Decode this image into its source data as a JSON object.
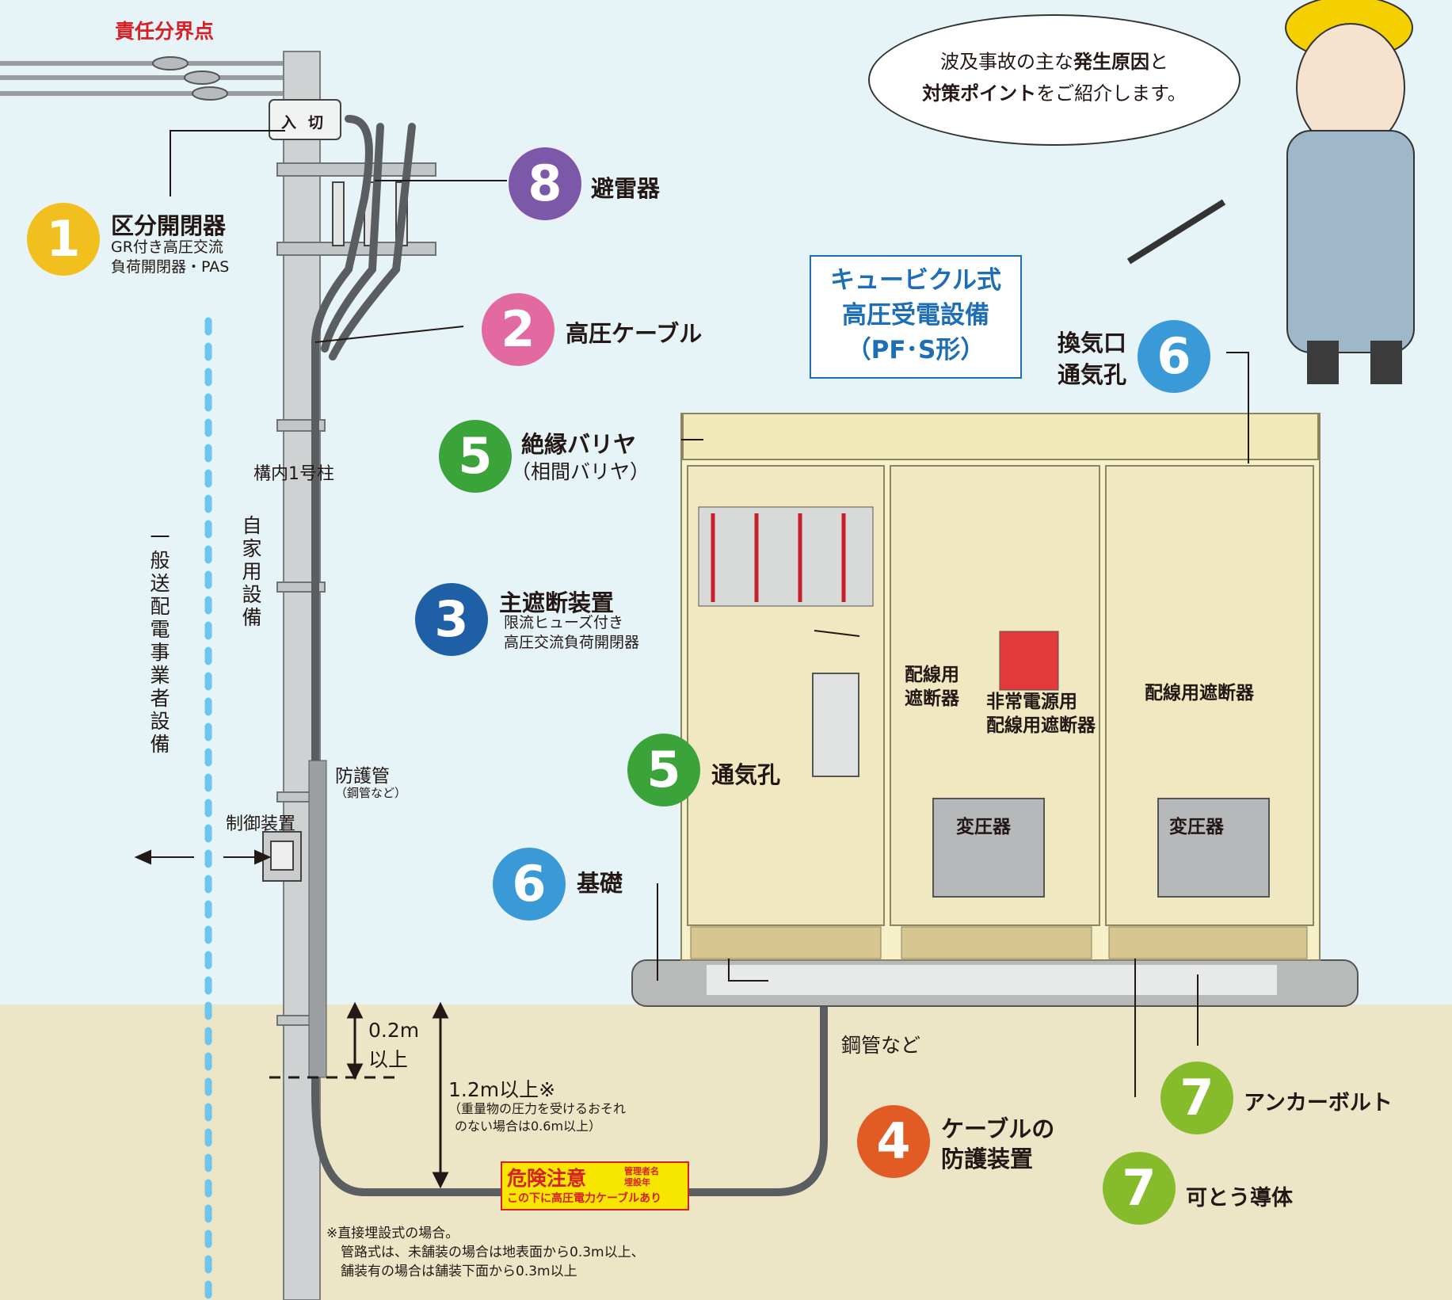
{
  "colors": {
    "sky": "#e6f3f7",
    "ground": "#ede6c6",
    "pole": "#cfd2d2",
    "cubicle": "#f6f0c8",
    "badge_1": "#f2c01e",
    "badge_2": "#e26aa0",
    "badge_3": "#1f5fa5",
    "badge_4": "#e25a24",
    "badge_5": "#3aa33a",
    "badge_6": "#3a9ad8",
    "badge_7": "#86bb2c",
    "badge_8": "#7e58a8",
    "dashed_line": "#6cc6f0",
    "title_blue": "#1d6eb5",
    "red_text": "#d71f26"
  },
  "header": {
    "boundary_point": "責任分界点"
  },
  "speech": {
    "line1_pre": "波及事故の主な",
    "line1_bold": "発生原因",
    "line1_post": "と",
    "line2_bold": "対策ポイント",
    "line2_post": "をご紹介します。"
  },
  "cubicle_title": {
    "line1": "キュービクル式",
    "line2": "高圧受電設備",
    "line3": "（PF･S形）"
  },
  "items": {
    "i1": {
      "number": "1",
      "title": "区分開閉器",
      "sub1": "GR付き高圧交流",
      "sub2": "負荷開閉器・PAS"
    },
    "i2": {
      "number": "2",
      "title": "高圧ケーブル"
    },
    "i3": {
      "number": "3",
      "title": "主遮断装置",
      "sub1": "限流ヒューズ付き",
      "sub2": "高圧交流負荷開閉器"
    },
    "i4": {
      "number": "4",
      "line1": "ケーブルの",
      "line2": "防護装置"
    },
    "i5a": {
      "number": "5",
      "title": "絶縁バリヤ",
      "sub": "（相間バリヤ）"
    },
    "i5b": {
      "number": "5",
      "title": "通気孔"
    },
    "i6a": {
      "number": "6",
      "line1": "換気口",
      "line2": "通気孔"
    },
    "i6b": {
      "number": "6",
      "title": "基礎"
    },
    "i7a": {
      "number": "7",
      "title": "アンカーボルト"
    },
    "i7b": {
      "number": "7",
      "title": "可とう導体"
    },
    "i8": {
      "number": "8",
      "title": "避雷器"
    }
  },
  "labels": {
    "switch_on": "入",
    "switch_off": "切",
    "pole_no1": "構内1号柱",
    "self_equipment": "自家用設備",
    "utility_equipment": "一般送配電事業者設備",
    "protect_pipe": "防護管",
    "protect_pipe_sub": "（鋼管など）",
    "control_device": "制御装置",
    "depth_02_a": "0.2m",
    "depth_02_b": "以上",
    "depth_12": "1.2m以上※",
    "depth_12_sub1": "（重量物の圧力を受けるおそれ",
    "depth_12_sub2": "のない場合は0.6m以上）",
    "steel_pipe": "鋼管など",
    "breaker_left_1": "配線用",
    "breaker_left_2": "遮断器",
    "emergency_1": "非常電源用",
    "emergency_2": "配線用遮断器",
    "breaker_right": "配線用遮断器",
    "transformer_a": "変圧器",
    "transformer_b": "変圧器"
  },
  "warning_sign": {
    "big": "危険注意",
    "small1": "管理者名",
    "small2": "埋設年",
    "bottom": "この下に高圧電力ケーブルあり"
  },
  "footnote": {
    "line1": "※直接埋設式の場合。",
    "line2": "管路式は、未舗装の場合は地表面から0.3m以上、",
    "line3": "舗装有の場合は舗装下面から0.3m以上"
  }
}
